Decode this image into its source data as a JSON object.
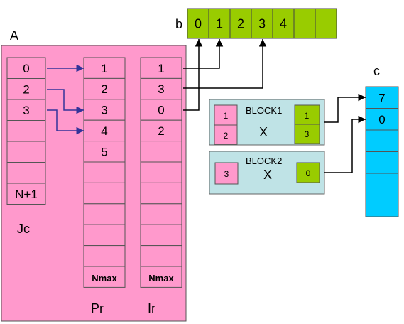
{
  "labels": {
    "A": "A",
    "b": "b",
    "c": "c",
    "Jc": "Jc",
    "Pr": "Pr",
    "Ir": "Ir"
  },
  "jc_cells": [
    "0",
    "2",
    "3",
    "",
    "",
    "",
    "N+1"
  ],
  "pr_cells": [
    "1",
    "2",
    "3",
    "4",
    "5",
    "",
    "",
    "",
    "",
    "",
    "Nmax"
  ],
  "ir_cells": [
    "1",
    "3",
    "0",
    "2",
    "",
    "",
    "",
    "",
    "",
    "",
    "Nmax"
  ],
  "b_cells": [
    "0",
    "1",
    "2",
    "3",
    "4",
    "",
    ""
  ],
  "c_cells": [
    "7",
    "0",
    "",
    "",
    "",
    ""
  ],
  "blocks": [
    {
      "title": "BLOCK1",
      "op": "X",
      "left": [
        "1",
        "2"
      ],
      "right": [
        "1",
        "3"
      ]
    },
    {
      "title": "BLOCK2",
      "op": "X",
      "left": [
        "3"
      ],
      "right": [
        "0"
      ]
    }
  ],
  "colors": {
    "pink": "#ff99cc",
    "green": "#99cc00",
    "cyan": "#00ccff",
    "block_bg": "#bfe3e6",
    "pointer_arrow": "#333399",
    "black_arrow": "#000000"
  }
}
